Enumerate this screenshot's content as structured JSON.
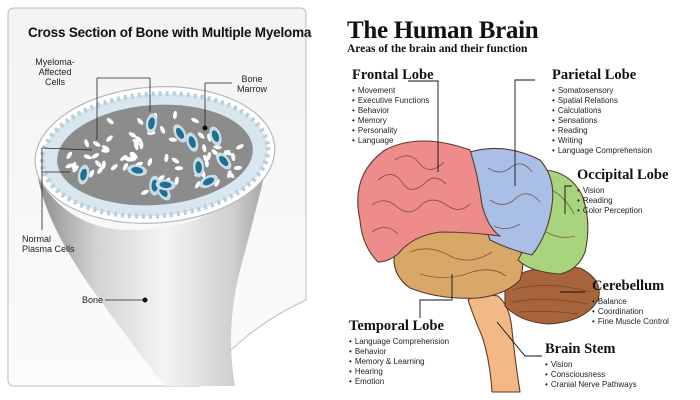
{
  "bone": {
    "title": "Cross Section of Bone with Multiple Myeloma",
    "labels": {
      "myeloma_cells": [
        "Myeloma-",
        "Affected",
        "Cells"
      ],
      "bone_marrow": [
        "Bone",
        "Marrow"
      ],
      "plasma_cells": [
        "Normal",
        "Plasma Cells"
      ],
      "bone": "Bone"
    }
  },
  "brain": {
    "title": "The Human Brain",
    "subtitle": "Areas of the brain and their function",
    "regions": [
      {
        "key": "frontal",
        "name": "Frontal Lobe",
        "color": "#EE8B8B",
        "functions": [
          "Movement",
          "Executive Functions",
          "Behavior",
          "Memory",
          "Personality",
          "Language"
        ]
      },
      {
        "key": "parietal",
        "name": "Parietal Lobe",
        "color": "#A9BFE6",
        "functions": [
          "Somatosensory",
          "Spatial Relations",
          "Calculations",
          "Sensations",
          "Reading",
          "Writing",
          "Language Comprehension"
        ]
      },
      {
        "key": "occipital",
        "name": "Occipital Lobe",
        "color": "#A9D47E",
        "functions": [
          "Vision",
          "Reading",
          "Color Perception"
        ]
      },
      {
        "key": "cerebellum",
        "name": "Cerebellum",
        "color": "#A8643A",
        "functions": [
          "Balance",
          "Coordination",
          "Fine Muscle Control"
        ]
      },
      {
        "key": "temporal",
        "name": "Temporal Lobe",
        "color": "#D9A868",
        "functions": [
          "Language Comprehension",
          "Behavior",
          "Memory & Learning",
          "Hearing",
          "Emotion"
        ]
      },
      {
        "key": "brainstem",
        "name": "Brain Stem",
        "color": "#F2B984",
        "functions": [
          "Vision",
          "Consciousness",
          "Cranial Nerve Pathways"
        ]
      }
    ]
  }
}
